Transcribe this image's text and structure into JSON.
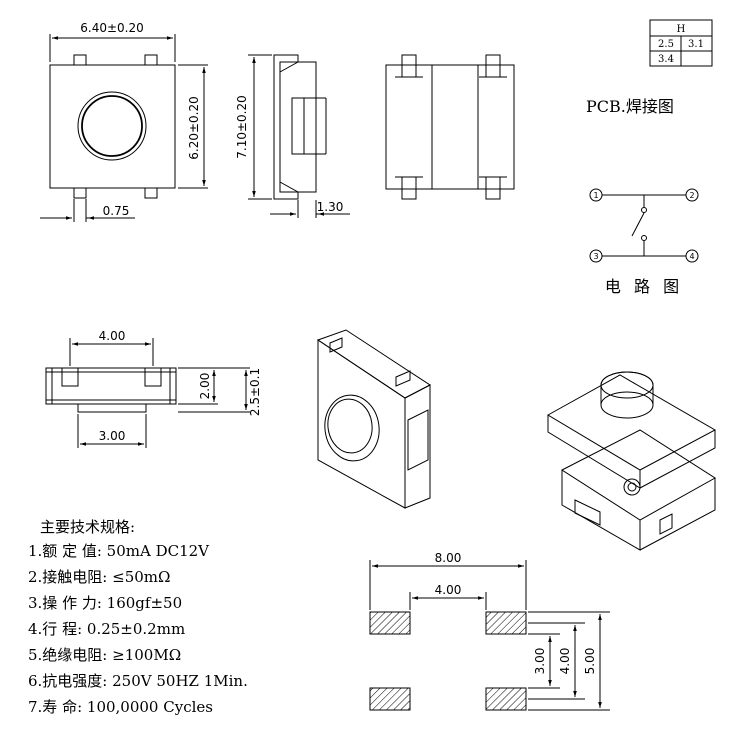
{
  "views": {
    "top": {
      "width_label": "6.40±0.20",
      "height_label": "6.20±0.20",
      "pin_label": "0.75"
    },
    "side": {
      "height_label": "7.10±0.20",
      "depth_label": "1.30"
    },
    "front": {
      "top_label": "4.00",
      "h1_label": "2.00",
      "h2_label": "2.5±0.1",
      "bottom_label": "3.00"
    }
  },
  "height_table": {
    "header": "H",
    "cells": [
      "2.5",
      "3.1",
      "3.4",
      ""
    ]
  },
  "pcb": {
    "title": "PCB.焊接图",
    "width_label": "8.00",
    "inner_label": "4.00",
    "h1_label": "3.00",
    "h2_label": "4.00",
    "h3_label": "5.00"
  },
  "circuit": {
    "title": "电 路 图",
    "pins": [
      "1",
      "2",
      "3",
      "4"
    ]
  },
  "specs": {
    "title": "主要技术规格:",
    "items": [
      "1.额 定 值: 50mA DC12V",
      "2.接触电阻: ≤50mΩ",
      "3.操 作 力: 160gf±50",
      "4.行    程: 0.25±0.2mm",
      "5.绝缘电阻: ≥100MΩ",
      "6.抗电强度: 250V 50HZ 1Min.",
      "7.寿    命: 100,0000 Cycles"
    ]
  },
  "colors": {
    "line": "#000000",
    "hatch": "#000000",
    "background": "#ffffff"
  }
}
